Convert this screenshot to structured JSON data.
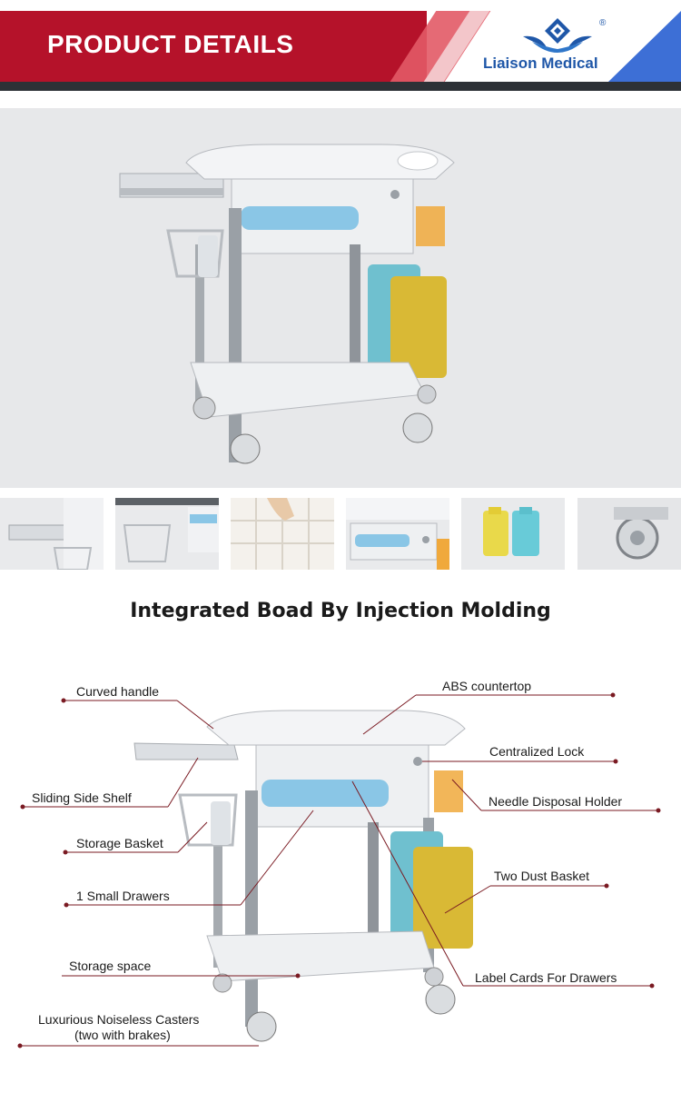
{
  "header": {
    "title": "PRODUCT DETAILS",
    "brand": "Liaison Medical",
    "registered_mark": "®",
    "colors": {
      "red": "#b5122a",
      "blue": "#3d6fd6",
      "dark": "#2d3136"
    }
  },
  "section": {
    "heading": "Integrated Boad By Injection Molding"
  },
  "callouts": {
    "curved_handle": "Curved handle",
    "abs_countertop": "ABS countertop",
    "centralized_lock": "Centralized Lock",
    "sliding_side_shelf": "Sliding Side Shelf",
    "needle_disposal_holder": "Needle Disposal Holder",
    "storage_basket": "Storage Basket",
    "two_dust_basket": "Two Dust Basket",
    "small_drawers": "1 Small Drawers",
    "storage_space": "Storage space",
    "label_cards": "Label Cards For Drawers",
    "casters_line1": "Luxurious Noiseless Casters",
    "casters_line2": "(two with brakes)"
  }
}
